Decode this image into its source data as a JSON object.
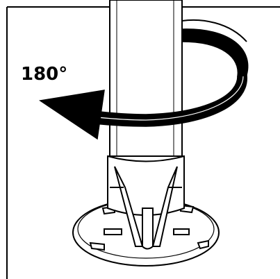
{
  "diagram": {
    "rotation_label": "180°",
    "stroke_color": "#000000",
    "fill_color": "#ffffff",
    "arrow_color": "#000000",
    "icons": [
      "rotation-arrow-icon",
      "pole-column",
      "base-mount"
    ]
  }
}
